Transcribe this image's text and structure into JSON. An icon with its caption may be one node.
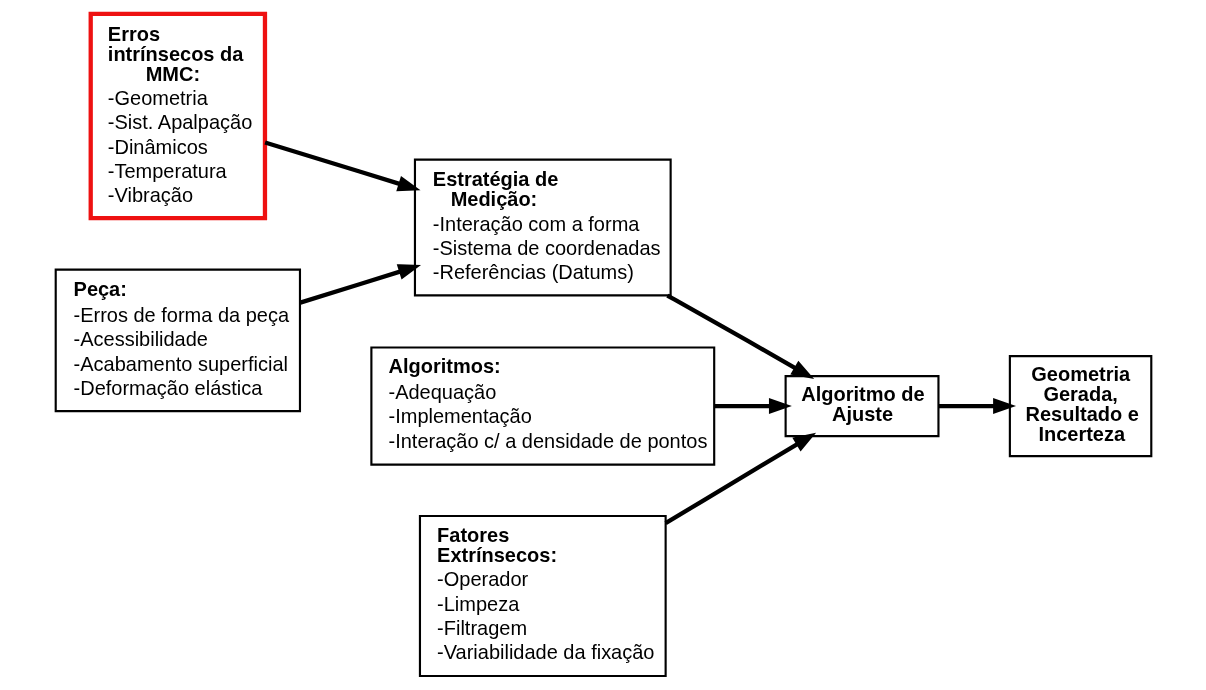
{
  "diagram": {
    "nodes": [
      {
        "text": [
          "Erros intrínsecos da MMC:",
          "-Geometria",
          "-Sist. Apalpação",
          "-Dinâmicos",
          "-Temperatura",
          "-Vibração"
        ]
      },
      {
        "text": [
          "Algoritmos:",
          "-Adequação",
          "-Implementação",
          "-Interação c/ a densidade de pontos"
        ]
      },
      {
        "text": [
          "Estratégia de Medição:",
          "-Interação com a forma",
          "-Sistema de coordenadas",
          "-Referências (Datums)"
        ]
      },
      {
        "text": [
          "Algoritmo de Ajuste"
        ]
      },
      {
        "text": [
          "Geometria Gerada, Resultado e Incerteza"
        ]
      },
      {
        "text": [
          "Peça:",
          "-Erros de forma da peça",
          "-Acessibilidade",
          "-Acabamento superficial",
          "-Deformação elástica"
        ]
      },
      {
        "text": [
          "Fatores Extrínsecos:",
          "-Operador",
          "-Limpeza",
          "-Filtragem",
          "-Variabilidade da fixação"
        ]
      }
    ],
    "edges": [
      {
        "from": 0,
        "to": 2,
        "arrow": "to"
      },
      {
        "from": 5,
        "to": 2,
        "arrow": "to"
      },
      {
        "from": 1,
        "to": 3,
        "arrow": "to"
      },
      {
        "from": 2,
        "to": 3,
        "arrow": "to"
      },
      {
        "from": 6,
        "to": 3,
        "arrow": "to"
      },
      {
        "from": 3,
        "to": 4,
        "arrow": "to"
      }
    ]
  }
}
